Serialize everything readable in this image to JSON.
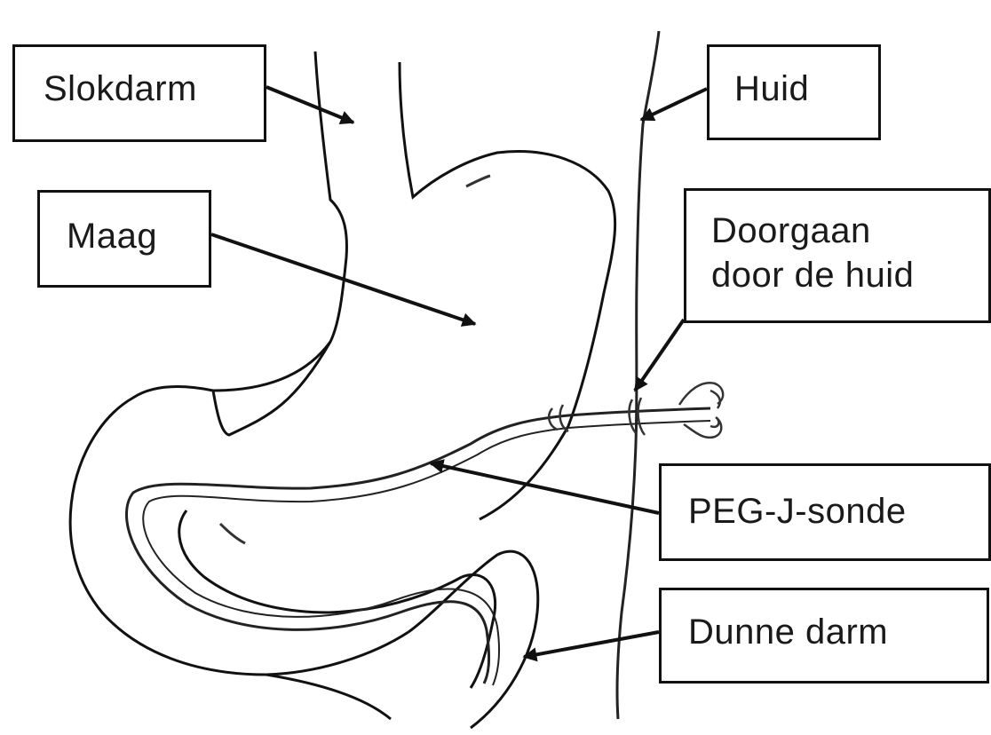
{
  "labels": {
    "slokdarm": "Slokdarm",
    "huid": "Huid",
    "maag": "Maag",
    "doorgaan_line1": "Doorgaan",
    "doorgaan_line2": "door de huid",
    "peg": "PEG-J-sonde",
    "dunne": "Dunne darm"
  },
  "colors": {
    "line": "#111111",
    "text": "#1a1a1a",
    "background": "#ffffff"
  }
}
